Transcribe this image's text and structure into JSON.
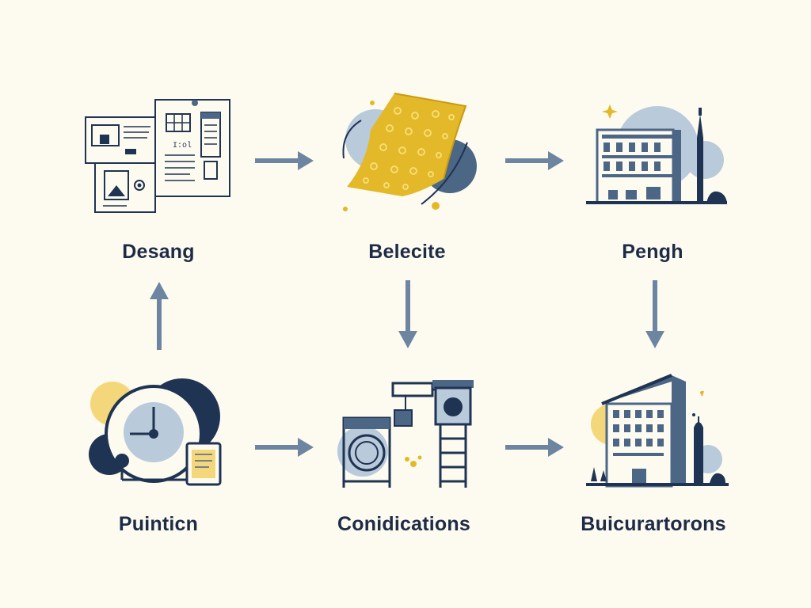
{
  "colors": {
    "background": "#fdfbf0",
    "navy": "#1f3352",
    "slate": "#4c6686",
    "light_blue": "#b9cadb",
    "arrow": "#6d85a0",
    "gold": "#e3b829",
    "pale_yellow": "#f5d77b"
  },
  "nodes": [
    {
      "id": "documents",
      "label": "Desang",
      "icon": "documents-icon"
    },
    {
      "id": "fabric",
      "label": "Belecite",
      "icon": "gold-fabric-icon"
    },
    {
      "id": "building-top",
      "label": "Pengh",
      "icon": "building-icon"
    },
    {
      "id": "timer",
      "label": "Puinticn",
      "icon": "clock-icon"
    },
    {
      "id": "machines",
      "label": "Conidications",
      "icon": "washing-machine-icon"
    },
    {
      "id": "building-bottom",
      "label": "Buicurartorons",
      "icon": "office-building-icon"
    }
  ],
  "edges": [
    {
      "from": "documents",
      "to": "fabric",
      "direction": "right"
    },
    {
      "from": "fabric",
      "to": "building-top",
      "direction": "right"
    },
    {
      "from": "fabric",
      "to": "machines",
      "direction": "down"
    },
    {
      "from": "building-top",
      "to": "building-bottom",
      "direction": "down"
    },
    {
      "from": "timer",
      "to": "documents",
      "direction": "up"
    },
    {
      "from": "timer",
      "to": "machines",
      "direction": "right"
    },
    {
      "from": "machines",
      "to": "building-bottom",
      "direction": "right"
    }
  ]
}
